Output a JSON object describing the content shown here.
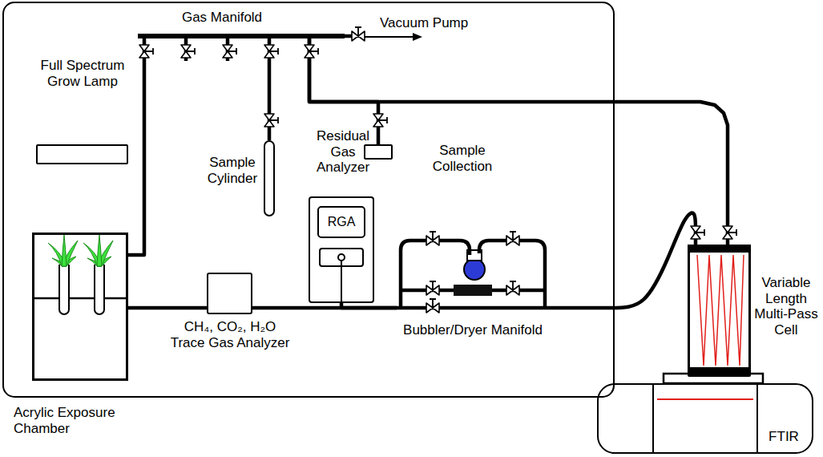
{
  "diagram": {
    "nodes": [
      {
        "text": [
          "Gas Manifold"
        ]
      },
      {
        "text": [
          "Full Spectrum Grow Lamp"
        ]
      },
      {
        "text": [
          "Sample Cylinder"
        ]
      },
      {
        "text": [
          "Residual Gas Analyzer",
          "RGA"
        ]
      },
      {
        "text": [
          "Sample Collection"
        ]
      },
      {
        "text": [
          "Acrylic Exposure Chamber"
        ]
      },
      {
        "text": [
          "CH₄, CO₂, H₂O Trace Gas Analyzer"
        ]
      },
      {
        "text": [
          "Bubbler/Dryer Manifold"
        ]
      },
      {
        "text": [
          "Variable Length Multi-Pass Cell"
        ]
      },
      {
        "text": [
          "FTIR"
        ]
      }
    ],
    "edges": [
      {
        "from": 5,
        "to": 0,
        "arrow": "none"
      },
      {
        "from": 2,
        "to": 0,
        "arrow": "none"
      },
      {
        "from": 0,
        "to": 4,
        "arrow": "none"
      },
      {
        "from": 0,
        "to": 8,
        "arrow": "none"
      },
      {
        "from": 5,
        "to": 6,
        "arrow": "none"
      },
      {
        "from": 6,
        "to": 7,
        "arrow": "none"
      },
      {
        "from": 3,
        "to": 7,
        "arrow": "none"
      },
      {
        "from": 7,
        "to": 8,
        "arrow": "none"
      }
    ],
    "labels": [
      "Vacuum Pump"
    ]
  }
}
